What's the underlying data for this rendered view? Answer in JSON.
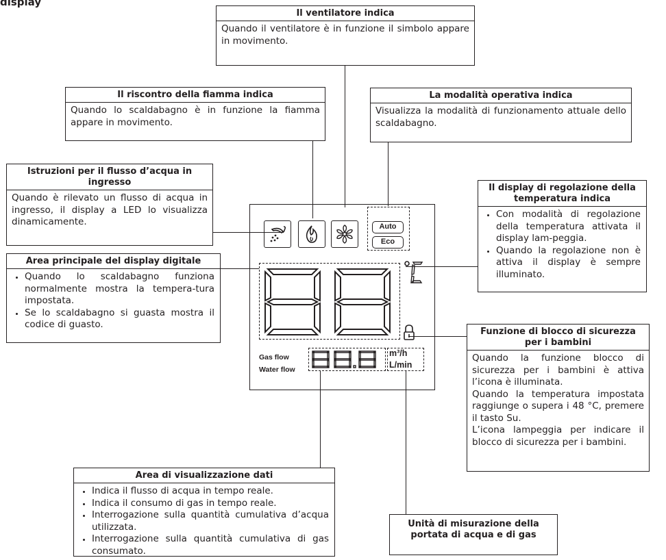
{
  "heading": "display",
  "ventilatore": {
    "title": "Il ventilatore indica",
    "text": "Quando il ventilatore è in funzione il simbolo appare in movimento."
  },
  "fiamma": {
    "title": "Il riscontro della fiamma indica",
    "text": "Quando lo scaldabagno è in funzione la fiamma appare in movimento."
  },
  "modalita": {
    "title": "La modalità operativa indica",
    "text": "Visualizza la modalità di funzionamento attuale dello scaldabagno."
  },
  "flusso": {
    "title": "Istruzioni per il flusso d’acqua in ingresso",
    "text": "Quando è rilevato un flusso di acqua in ingresso, il display a LED lo visualizza dinamicamente."
  },
  "regolazione": {
    "title": "Il display di regolazione della temperatura indica",
    "items": [
      "Con modalità di regolazione della temperatura attivata il display lam-peggia.",
      "Quando la regolazione non è attiva il display è sempre illuminato."
    ]
  },
  "principale": {
    "title": "Area principale del display digitale",
    "items": [
      "Quando lo scaldabagno funziona normalmente mostra la tempera-tura impostata.",
      "Se lo scaldabagno si guasta mostra il codice di guasto."
    ]
  },
  "blocco": {
    "title": "Funzione di blocco di sicurezza per i bambini",
    "lines": [
      "Quando la funzione blocco di sicurezza per i bambini è attiva l’icona è illuminata.",
      "Quando la temperatura impostata raggiunge o supera i 48 °C, premere il tasto Su.",
      "L’icona lampeggia per indicare il blocco di sicurezza per i bambini."
    ]
  },
  "dati": {
    "title": "Area di visualizzazione dati",
    "items": [
      "Indica il flusso di acqua in tempo reale.",
      "Indica il consumo di gas in tempo reale.",
      "Interrogazione sulla quantità cumulativa d’acqua utilizzata.",
      "Interrogazione sulla quantità cumulativa di gas consumato."
    ]
  },
  "unita": {
    "title": "Unità di misurazione della portata di acqua e di gas"
  },
  "panel": {
    "auto": "Auto",
    "eco": "Eco",
    "gas_flow": "Gas flow",
    "water_flow": "Water flow",
    "unit_gas": "m³/h",
    "unit_water": "L/min",
    "temp_unit": "°C",
    "icons": [
      "shower-icon",
      "flame-icon",
      "fan-icon",
      "lock-icon"
    ]
  }
}
